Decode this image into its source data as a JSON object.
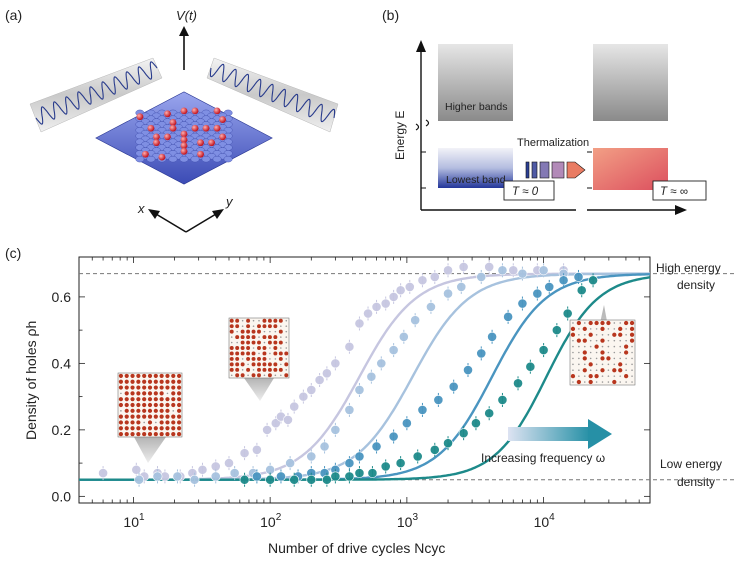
{
  "panel_a": {
    "label": "(a)",
    "potential_label": "V(t)",
    "axis_x": "x",
    "axis_y": "y"
  },
  "panel_b": {
    "label": "(b)",
    "ylabel": "Energy E",
    "higher_bands": "Higher bands",
    "lowest_band": "Lowest band",
    "process": "Thermalization",
    "t_initial": "T ≈ 0",
    "t_final": "T ≈ ∞",
    "colors": {
      "lowest_band": "#2a3f9a",
      "hot": "#e36a5c"
    }
  },
  "panel_c": {
    "label": "(c)",
    "ylabel": "Density of holes ρh",
    "xlabel": "Number of drive cycles Ncyc",
    "high_label_1": "High energy",
    "high_label_2": "density",
    "low_label_1": "Low energy",
    "low_label_2": "density",
    "arrow_text": "Increasing frequency ω"
  },
  "chart_data": {
    "type": "scatter",
    "xscale": "log",
    "xlim": [
      4,
      60000
    ],
    "ylim": [
      -0.02,
      0.72
    ],
    "xticks": [
      "10^1",
      "10^2",
      "10^3",
      "10^4"
    ],
    "yticks": [
      "0.0",
      "0.2",
      "0.4",
      "0.6"
    ],
    "ytick_values": [
      0.0,
      0.2,
      0.4,
      0.6
    ],
    "reference_lines": [
      0.67,
      0.05
    ],
    "series": [
      {
        "color": "#c6c6e0",
        "fit_x0": 450,
        "fit_k": 2.1,
        "points": [
          [
            6,
            0.07
          ],
          [
            10.5,
            0.08
          ],
          [
            12,
            0.06
          ],
          [
            15,
            0.07
          ],
          [
            17,
            0.06
          ],
          [
            22,
            0.06
          ],
          [
            27,
            0.07
          ],
          [
            32,
            0.08
          ],
          [
            40,
            0.09
          ],
          [
            50,
            0.1
          ],
          [
            65,
            0.13
          ],
          [
            80,
            0.14
          ],
          [
            95,
            0.2
          ],
          [
            110,
            0.22
          ],
          [
            120,
            0.24
          ],
          [
            135,
            0.23
          ],
          [
            150,
            0.27
          ],
          [
            175,
            0.3
          ],
          [
            200,
            0.32
          ],
          [
            230,
            0.35
          ],
          [
            260,
            0.37
          ],
          [
            300,
            0.4
          ],
          [
            380,
            0.45
          ],
          [
            450,
            0.52
          ],
          [
            520,
            0.55
          ],
          [
            600,
            0.57
          ],
          [
            700,
            0.58
          ],
          [
            800,
            0.6
          ],
          [
            900,
            0.62
          ],
          [
            1050,
            0.63
          ],
          [
            1300,
            0.65
          ],
          [
            1600,
            0.66
          ],
          [
            2000,
            0.68
          ],
          [
            2600,
            0.69
          ],
          [
            4000,
            0.69
          ],
          [
            6000,
            0.68
          ],
          [
            9000,
            0.68
          ],
          [
            14000,
            0.68
          ]
        ]
      },
      {
        "color": "#a7c2de",
        "fit_x0": 1100,
        "fit_k": 2.1,
        "points": [
          [
            11,
            0.05
          ],
          [
            15,
            0.06
          ],
          [
            21,
            0.06
          ],
          [
            28,
            0.05
          ],
          [
            40,
            0.06
          ],
          [
            55,
            0.07
          ],
          [
            75,
            0.07
          ],
          [
            100,
            0.08
          ],
          [
            140,
            0.1
          ],
          [
            200,
            0.12
          ],
          [
            250,
            0.15
          ],
          [
            300,
            0.2
          ],
          [
            380,
            0.26
          ],
          [
            450,
            0.32
          ],
          [
            550,
            0.36
          ],
          [
            650,
            0.4
          ],
          [
            800,
            0.44
          ],
          [
            950,
            0.48
          ],
          [
            1150,
            0.53
          ],
          [
            1500,
            0.57
          ],
          [
            2000,
            0.61
          ],
          [
            2500,
            0.63
          ],
          [
            3500,
            0.66
          ],
          [
            5000,
            0.68
          ],
          [
            7000,
            0.67
          ],
          [
            10000,
            0.68
          ],
          [
            14000,
            0.67
          ]
        ]
      },
      {
        "color": "#4a95c0",
        "fit_x0": 4200,
        "fit_k": 2.2,
        "points": [
          [
            80,
            0.06
          ],
          [
            120,
            0.06
          ],
          [
            160,
            0.06
          ],
          [
            200,
            0.07
          ],
          [
            250,
            0.07
          ],
          [
            300,
            0.08
          ],
          [
            380,
            0.1
          ],
          [
            450,
            0.12
          ],
          [
            600,
            0.15
          ],
          [
            800,
            0.18
          ],
          [
            1000,
            0.22
          ],
          [
            1300,
            0.26
          ],
          [
            1700,
            0.29
          ],
          [
            2200,
            0.33
          ],
          [
            2800,
            0.38
          ],
          [
            3500,
            0.43
          ],
          [
            4200,
            0.48
          ],
          [
            5500,
            0.54
          ],
          [
            7000,
            0.58
          ],
          [
            9000,
            0.61
          ],
          [
            11000,
            0.63
          ],
          [
            14000,
            0.65
          ],
          [
            18000,
            0.66
          ]
        ]
      },
      {
        "color": "#1d8a8a",
        "fit_x0": 10500,
        "fit_k": 2.3,
        "points": [
          [
            65,
            0.05
          ],
          [
            100,
            0.05
          ],
          [
            150,
            0.05
          ],
          [
            200,
            0.05
          ],
          [
            260,
            0.05
          ],
          [
            300,
            0.06
          ],
          [
            380,
            0.06
          ],
          [
            450,
            0.07
          ],
          [
            560,
            0.07
          ],
          [
            700,
            0.09
          ],
          [
            900,
            0.1
          ],
          [
            1200,
            0.12
          ],
          [
            1600,
            0.14
          ],
          [
            2000,
            0.16
          ],
          [
            2600,
            0.19
          ],
          [
            3200,
            0.22
          ],
          [
            4000,
            0.25
          ],
          [
            5000,
            0.29
          ],
          [
            6500,
            0.34
          ],
          [
            8000,
            0.39
          ],
          [
            10000,
            0.44
          ],
          [
            12500,
            0.5
          ],
          [
            15000,
            0.55
          ],
          [
            19000,
            0.62
          ],
          [
            23000,
            0.65
          ]
        ]
      }
    ]
  }
}
